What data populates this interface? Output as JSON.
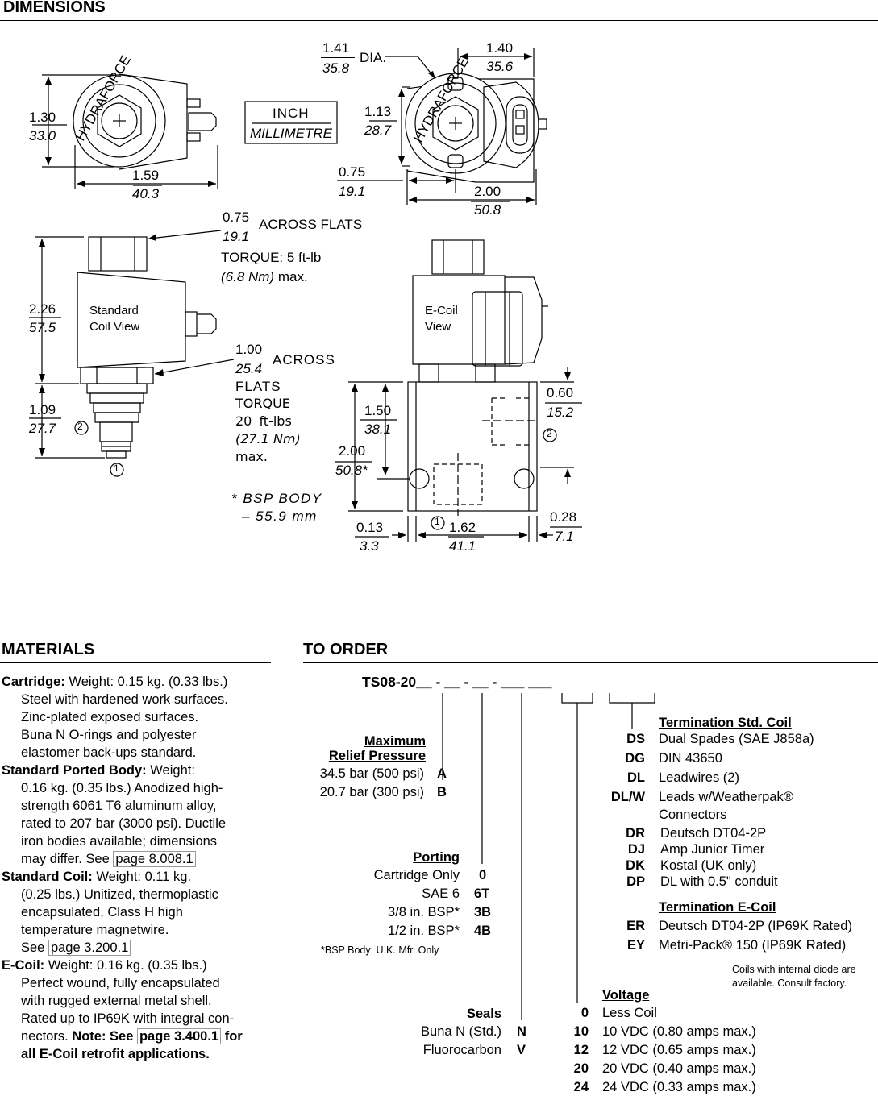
{
  "dimensions": {
    "title": "DIMENSIONS",
    "legend": {
      "inch": "INCH",
      "mm": "MILLIMETRE"
    },
    "top_left": {
      "height_in": "1.30",
      "height_mm": "33.0",
      "width_in": "1.59",
      "width_mm": "40.3"
    },
    "top_right": {
      "dia_in": "1.41",
      "dia_mm": "35.8",
      "dia_label": "DIA.",
      "width_in": "1.40",
      "width_mm": "35.6",
      "h_in": "1.13",
      "h_mm": "28.7",
      "off_in": "0.75",
      "off_mm": "19.1",
      "total_in": "2.00",
      "total_mm": "50.8"
    },
    "standard_view": {
      "flats_in": "0.75",
      "flats_mm": "19.1",
      "flats_label": "ACROSS FLATS",
      "torque_line1": "TORQUE: 5 ft-lb",
      "torque_metric": "(6.8 Nm)",
      "torque_suffix": "max.",
      "label_line1": "Standard",
      "label_line2": "Coil View",
      "height_in": "2.26",
      "height_mm": "57.5",
      "flats2_in": "1.00",
      "flats2_mm": "25.4",
      "flats2_label": "ACROSS",
      "flats2_label2": "FLATS",
      "torque2": "TORQUE",
      "torque2_value": "20 ft-lbs",
      "torque2_metric": "(27.1 Nm)",
      "torque2_suffix": "max.",
      "bottom_in": "1.09",
      "bottom_mm": "27.7",
      "port1": "1",
      "port2": "2"
    },
    "ecoil_view": {
      "label_line1": "E-Coil",
      "label_line2": "View",
      "bsp_note1": "* BSP BODY",
      "bsp_note2": "– 55.9 mm",
      "h_in": "1.50",
      "h_mm": "38.1",
      "total_in": "2.00",
      "total_mm": "50.8*",
      "right_in": "0.60",
      "right_mm": "15.2",
      "left_in": "0.13",
      "left_mm": "3.3",
      "width_in": "1.62",
      "width_mm": "41.1",
      "edge_in": "0.28",
      "edge_mm": "7.1",
      "port1": "1",
      "port2": "2"
    }
  },
  "materials": {
    "title": "MATERIALS",
    "cartridge": {
      "label": "Cartridge:",
      "text1": " Weight: 0.15 kg. (0.33 lbs.)",
      "lines": [
        "Steel with hardened work surfaces.",
        "Zinc-plated exposed surfaces.",
        "Buna N O-rings and polyester",
        "elastomer back-ups standard."
      ]
    },
    "body": {
      "label": "Standard Ported Body:",
      "text1": " Weight:",
      "lines": [
        "0.16 kg. (0.35 lbs.) Anodized high-",
        "strength 6061 T6 aluminum alloy,",
        "rated to 207 bar (3000 psi). Ductile",
        "iron bodies available; dimensions"
      ],
      "last_prefix": "may differ. See ",
      "ref": "page 8.008.1"
    },
    "coil": {
      "label": "Standard Coil:",
      "text1": " Weight: 0.11 kg.",
      "lines": [
        "(0.25 lbs.) Unitized, thermoplastic",
        "encapsulated, Class H high",
        "temperature magnetwire."
      ],
      "last_prefix": "See ",
      "ref": "page 3.200.1"
    },
    "ecoil": {
      "label": "E-Coil:",
      "text1": " Weight: 0.16 kg. (0.35 lbs.)",
      "lines": [
        "Perfect wound, fully encapsulated",
        "with rugged external metal shell.",
        "Rated up to IP69K with integral con-"
      ],
      "last_prefix": "nectors. ",
      "note_label": "Note: See ",
      "ref": "page 3.400.1",
      "note_suffix": " for",
      "final": "all E-Coil retrofit applications."
    }
  },
  "order": {
    "title": "TO ORDER",
    "model": "TS08-20__ - __ - __ - ___ ___",
    "relief": {
      "header1": "Maximum",
      "header2": "Relief Pressure",
      "options": [
        {
          "desc": "34.5 bar (500 psi)",
          "code": "A"
        },
        {
          "desc": "20.7 bar (300 psi)",
          "code": "B"
        }
      ]
    },
    "porting": {
      "header": "Porting",
      "options": [
        {
          "desc": "Cartridge Only",
          "code": "0"
        },
        {
          "desc": "SAE 6",
          "code": "6T"
        },
        {
          "desc": "3/8 in. BSP*",
          "code": "3B"
        },
        {
          "desc": "1/2 in. BSP*",
          "code": "4B"
        }
      ],
      "note": "*BSP Body; U.K. Mfr. Only"
    },
    "seals": {
      "header": "Seals",
      "options": [
        {
          "desc": "Buna N (Std.)",
          "code": "N"
        },
        {
          "desc": "Fluorocarbon",
          "code": "V"
        }
      ]
    },
    "term_std": {
      "header": "Termination Std. Coil",
      "options": [
        {
          "code": "DS",
          "desc": "Dual Spades (SAE J858a)"
        },
        {
          "code": "DG",
          "desc": "DIN 43650"
        },
        {
          "code": "DL",
          "desc": "Leadwires (2)"
        },
        {
          "code": "DL/W",
          "desc": "Leads w/Weatherpak®"
        },
        {
          "code": "",
          "desc": "Connectors"
        },
        {
          "code": "DR",
          "desc": "Deutsch DT04-2P"
        },
        {
          "code": "DJ",
          "desc": "Amp Junior Timer"
        },
        {
          "code": "DK",
          "desc": "Kostal (UK only)"
        },
        {
          "code": "DP",
          "desc": "DL with 0.5\" conduit"
        }
      ]
    },
    "term_ecoil": {
      "header": "Termination E-Coil",
      "options": [
        {
          "code": "ER",
          "desc": "Deutsch DT04-2P (IP69K Rated)"
        },
        {
          "code": "EY",
          "desc": "Metri-Pack® 150 (IP69K Rated)"
        }
      ],
      "note1": "Coils with internal diode are",
      "note2": "available. Consult factory."
    },
    "voltage": {
      "header": "Voltage",
      "options": [
        {
          "code": "0",
          "desc": "Less Coil"
        },
        {
          "code": "10",
          "desc": "10 VDC (0.80 amps max.)"
        },
        {
          "code": "12",
          "desc": "12 VDC (0.65 amps max.)"
        },
        {
          "code": "20",
          "desc": "20 VDC (0.40 amps max.)"
        },
        {
          "code": "24",
          "desc": "24 VDC (0.33 amps max.)"
        }
      ]
    }
  }
}
